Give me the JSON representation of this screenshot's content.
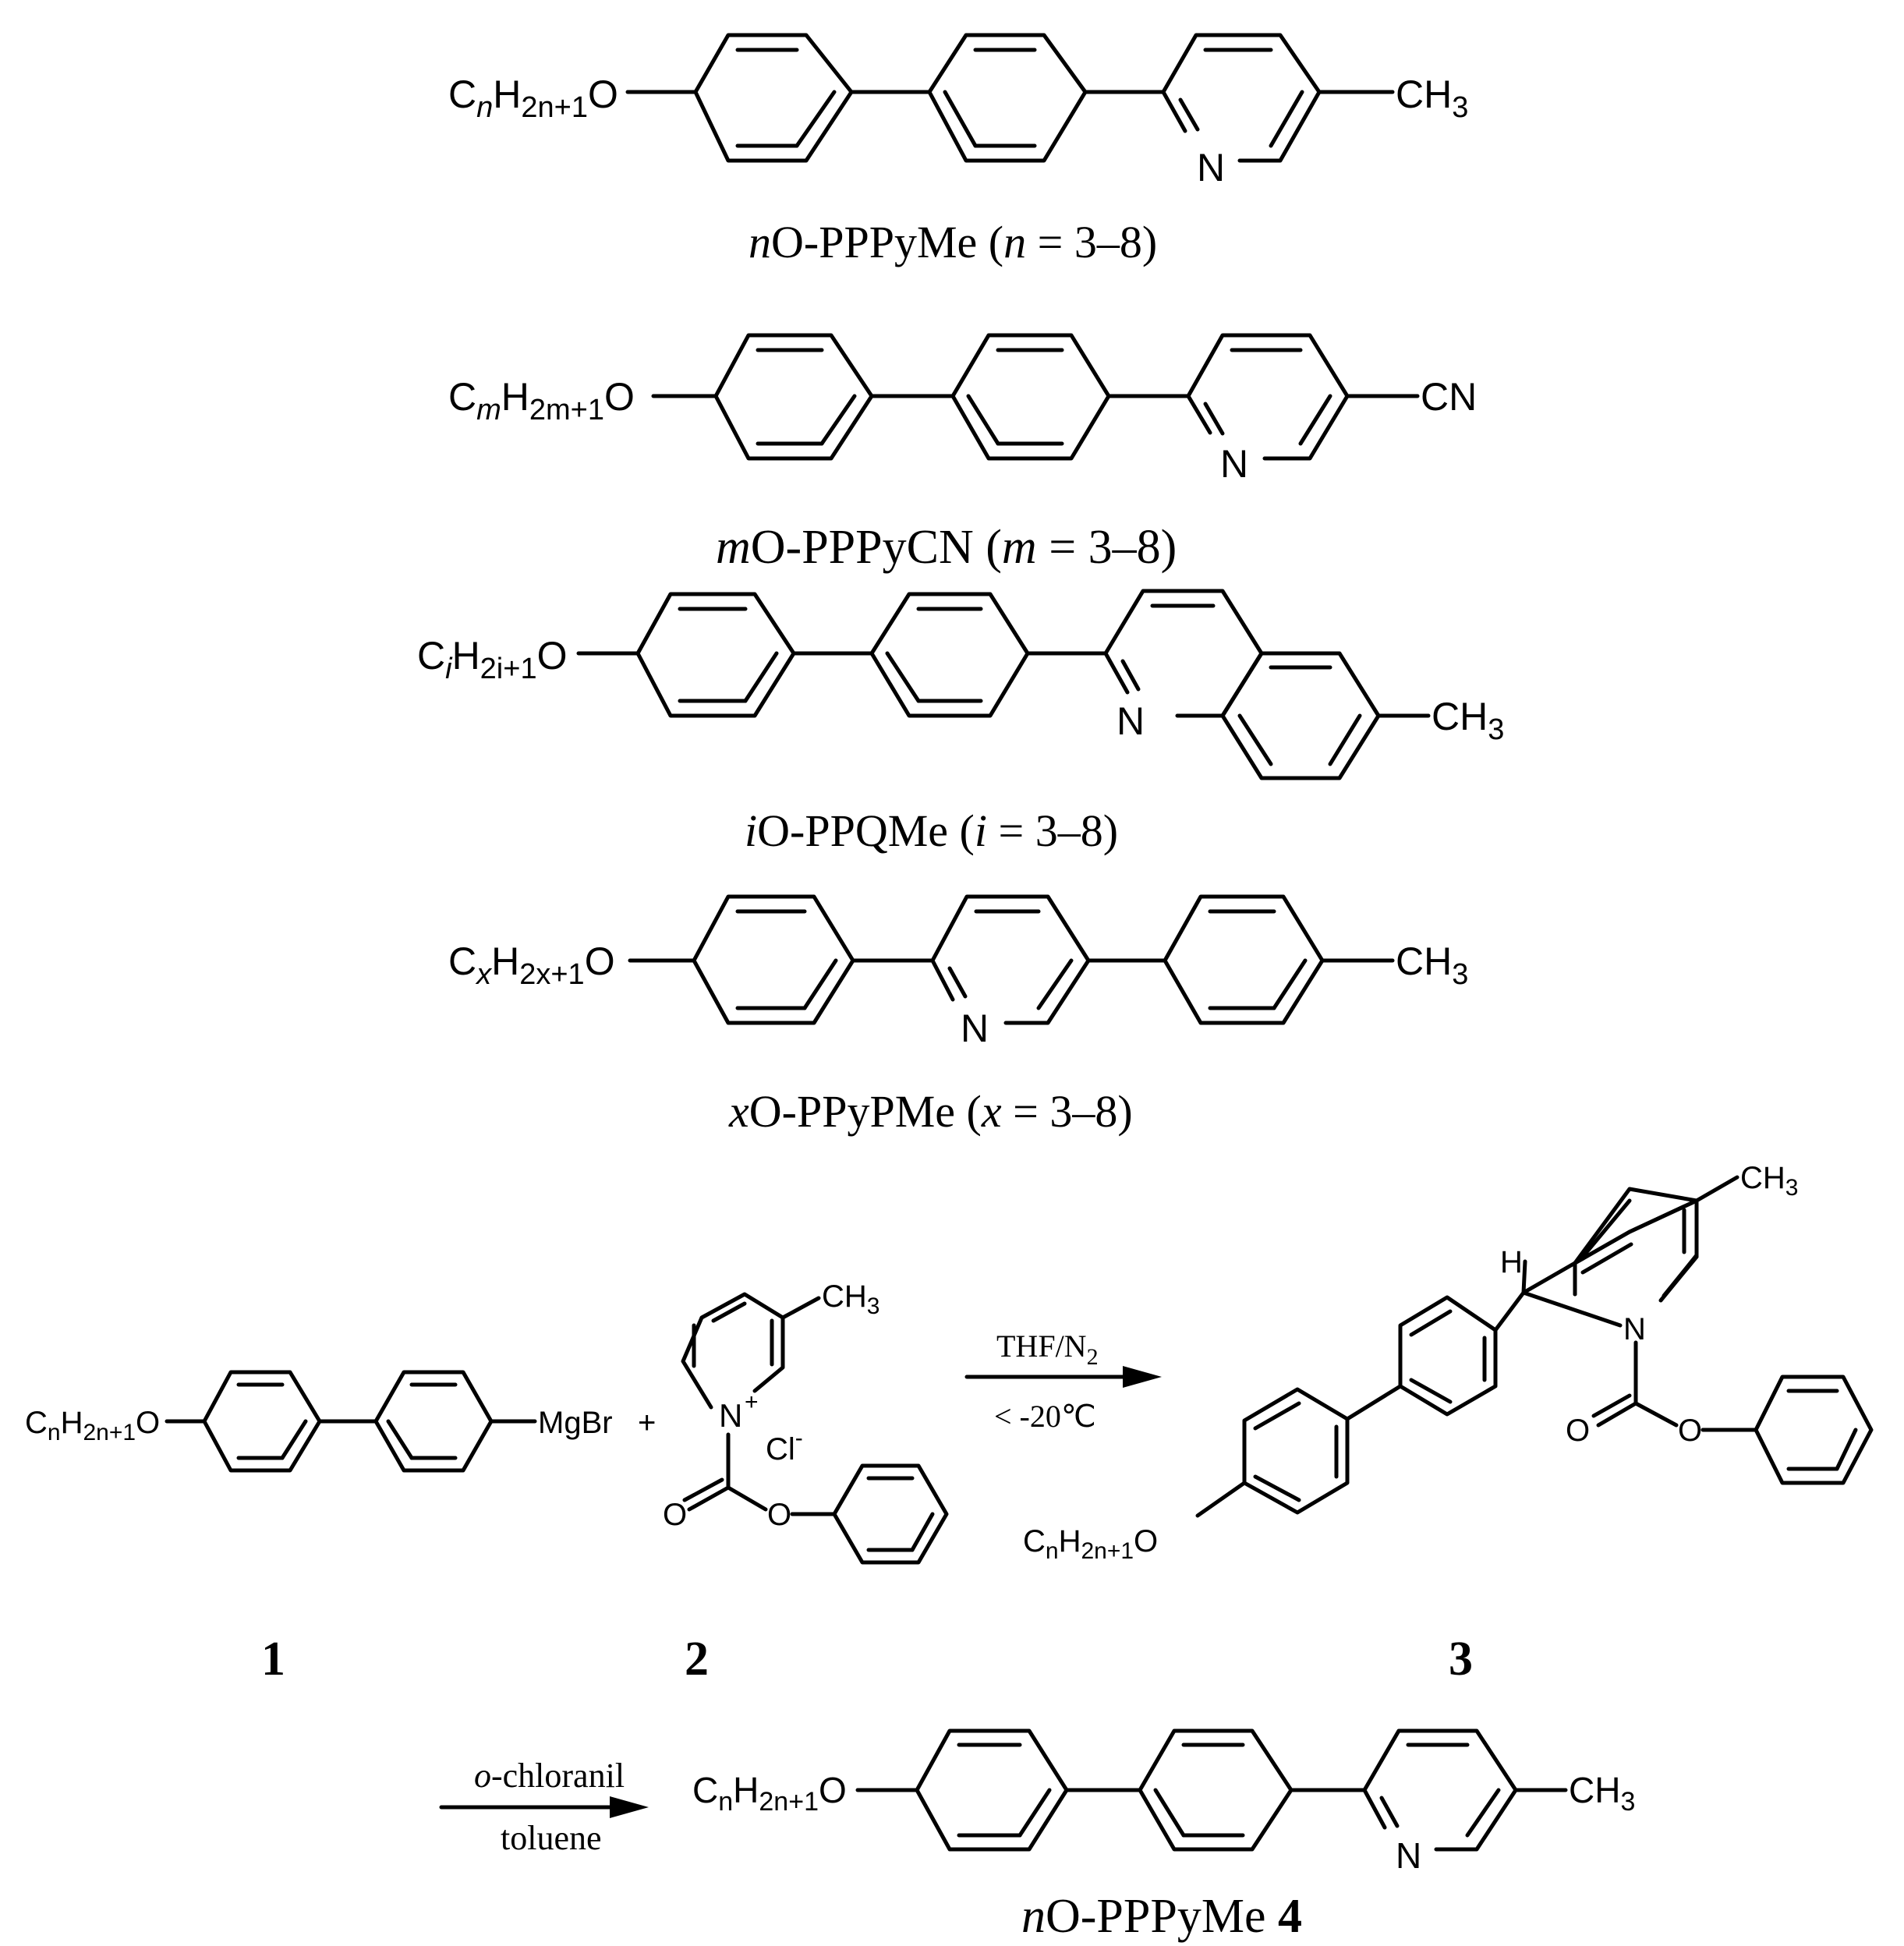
{
  "compounds": {
    "npppyme": {
      "chain": {
        "c": "C",
        "csub": "n",
        "h": "H",
        "hsub": "2n+1",
        "o": "O"
      },
      "tail": {
        "main": "CH",
        "sub": "3"
      },
      "hetero_n": "N",
      "caption": {
        "var": "n",
        "name": "O-PPPyMe (",
        "var2": "n",
        "range": " = 3–8)"
      }
    },
    "mpppycn": {
      "chain": {
        "c": "C",
        "csub": "m",
        "h": "H",
        "hsub": "2m+1",
        "o": "O"
      },
      "tail": {
        "main": "CN"
      },
      "hetero_n": "N",
      "caption": {
        "var": "m",
        "name": "O-PPPyCN (",
        "var2": "m",
        "range": " = 3–8)"
      }
    },
    "ippqme": {
      "chain": {
        "c": "C",
        "csub": "i",
        "h": "H",
        "hsub": "2i+1",
        "o": "O"
      },
      "tail": {
        "main": "CH",
        "sub": "3"
      },
      "hetero_n": "N",
      "caption": {
        "var": "i",
        "name": "O-PPQMe (",
        "var2": "i",
        "range": " = 3–8)"
      }
    },
    "xppypme": {
      "chain": {
        "c": "C",
        "csub": "x",
        "h": "H",
        "hsub": "2x+1",
        "o": "O"
      },
      "tail": {
        "main": "CH",
        "sub": "3"
      },
      "hetero_n": "N",
      "caption": {
        "var": "x",
        "name": "O-PPyPMe (",
        "var2": "x",
        "range": " = 3–8)"
      }
    }
  },
  "scheme": {
    "reactant1": {
      "chain": {
        "c": "C",
        "csub": "n",
        "h": "H",
        "hsub": "2n+1",
        "o": "O"
      },
      "mg": "MgBr",
      "number": "1"
    },
    "plus": "+",
    "reactant2": {
      "ch3": "CH",
      "ch3sub": "3",
      "n": "N",
      "charge": "+",
      "cl": "Cl",
      "clcharge": "-",
      "o_carbonyl": "O",
      "o_ester": "O",
      "number": "2"
    },
    "arrow1": {
      "above": "THF/N",
      "above_sub": "2",
      "below": "< -20℃"
    },
    "product3": {
      "h": "H",
      "n": "N",
      "ch3": "CH",
      "ch3sub": "3",
      "o_carbonyl": "O",
      "o_ester": "O",
      "chain": {
        "c": "C",
        "csub": "n",
        "h": "H",
        "hsub": "2n+1",
        "o": "O"
      },
      "number": "3"
    },
    "arrow2": {
      "above_italic": "o",
      "above": "-chloranil",
      "below": "toluene"
    },
    "product4": {
      "chain": {
        "c": "C",
        "csub": "n",
        "h": "H",
        "hsub": "2n+1",
        "o": "O"
      },
      "tail": "CH",
      "tailsub": "3",
      "n": "N",
      "caption_var": "n",
      "caption_name": "O-PPPyMe ",
      "caption_number": "4"
    }
  }
}
